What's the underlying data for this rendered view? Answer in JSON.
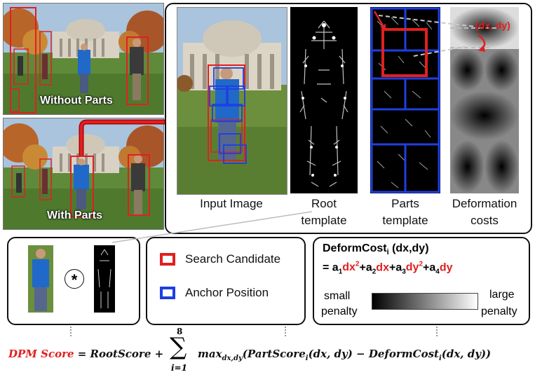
{
  "photos": {
    "without_parts_label": "Without Parts",
    "with_parts_label": "With Parts"
  },
  "main_panel": {
    "captions": {
      "input_image": "Input Image",
      "root_template_1": "Root",
      "root_template_2": "template",
      "parts_template_1": "Parts",
      "parts_template_2": "template",
      "deformation_1": "Deformation",
      "deformation_2": "costs"
    },
    "displacement_label": "(dx, dy)"
  },
  "conv_panel": {
    "operator": "*"
  },
  "legend": {
    "search_candidate": "Search Candidate",
    "anchor_position": "Anchor Position",
    "colors": {
      "search": "#e02020",
      "anchor": "#1f3fe0"
    }
  },
  "deform_panel": {
    "title_main": "DeformCost",
    "title_sub": "i",
    "title_args": " (dx,dy)",
    "eq_prefix": "= a",
    "small_1": "small",
    "small_2": "penalty",
    "large_1": "large",
    "large_2": "penalty"
  },
  "formula": {
    "lhs": "DPM Score",
    "eq": " = RootScore + ",
    "sum_top": "8",
    "sum_bottom": "i=1",
    "sigma": "∑",
    "max": "max",
    "max_sub": "dx,dy",
    "body": "(PartScore",
    "i1": "i",
    "mid": "(dx, dy) − DeformCost",
    "i2": "i",
    "tail": "(dx, dy))"
  }
}
